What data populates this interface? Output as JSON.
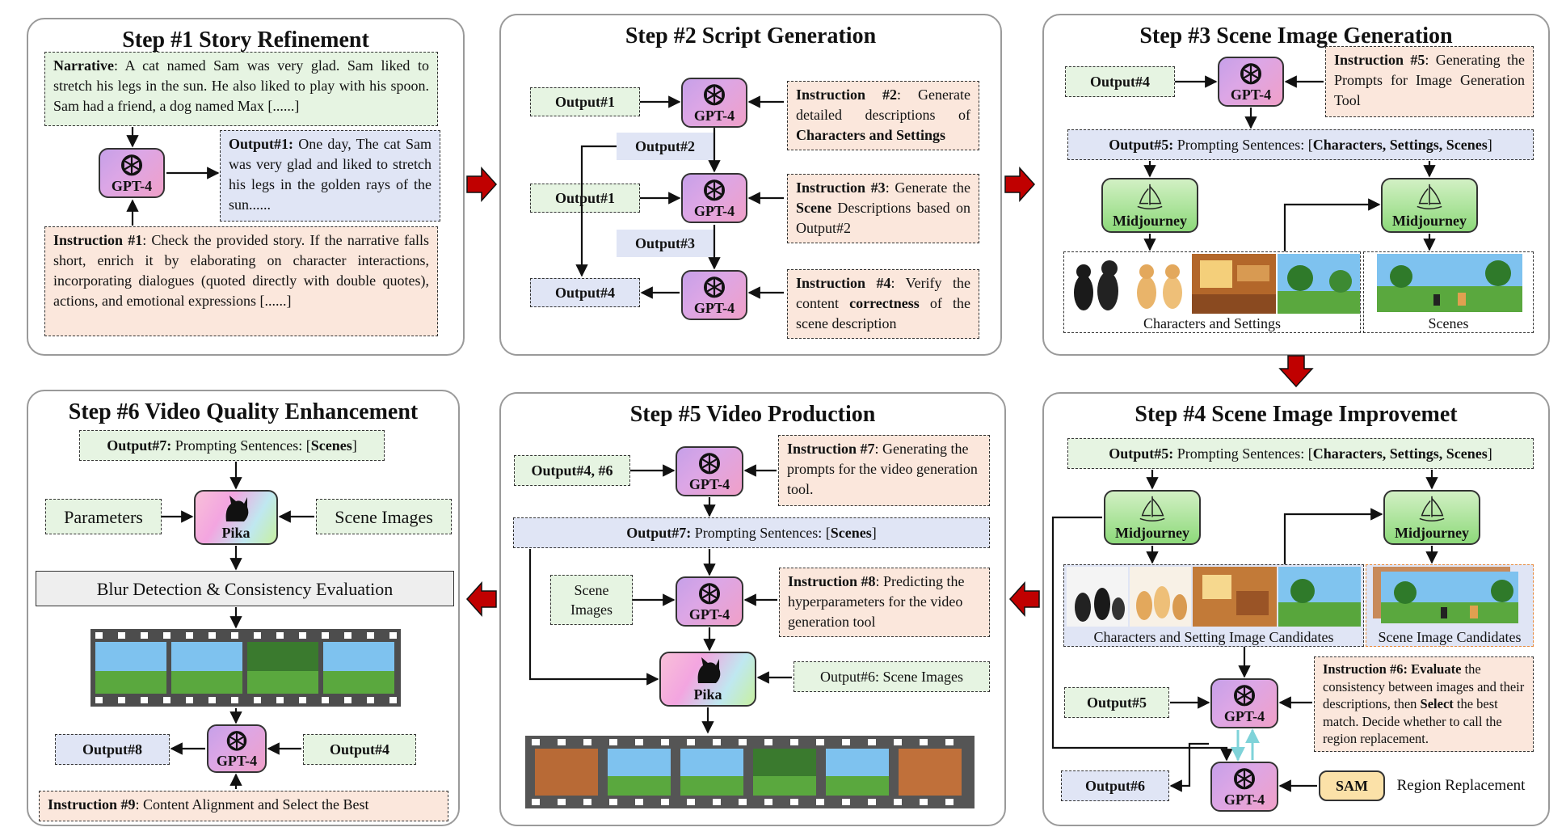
{
  "steps": {
    "s1": {
      "title": "Step #1 Story Refinement"
    },
    "s2": {
      "title": "Step #2 Script Generation"
    },
    "s3": {
      "title": "Step #3 Scene Image Generation"
    },
    "s4": {
      "title": "Step #4 Scene Image Improvemet"
    },
    "s5": {
      "title": "Step #5 Video Production"
    },
    "s6": {
      "title": "Step #6 Video Quality Enhancement"
    }
  },
  "labels": {
    "gpt4": "GPT-4",
    "midjourney": "Midjourney",
    "pika": "Pika",
    "sam": "SAM"
  },
  "s1": {
    "narrative_label": "Narrative",
    "narrative_text": ": A cat named Sam was very glad. Sam liked to stretch his legs in the sun. He also liked to play with his spoon. Sam had a friend, a dog named Max [......]",
    "output1_label": "Output#1:",
    "output1_text": " One day, The cat Sam was very glad and liked to stretch his legs in the golden rays of the sun......",
    "instr1_label": "Instruction #1",
    "instr1_text": ": Check the provided story. If the narrative falls short, enrich it by elaborating on character interactions, incorporating dialogues (quoted directly with double quotes), actions, and emotional expressions [......]"
  },
  "s2": {
    "output1a": "Output#1",
    "output1b": "Output#1",
    "output2": "Output#2",
    "output3": "Output#3",
    "output4": "Output#4",
    "instr2_label": "Instruction #2",
    "instr2_text": ": Generate detailed descriptions of ",
    "instr2_bold": "Characters and Settings",
    "instr3_label": "Instruction #3",
    "instr3_text_a": ": Generate the ",
    "instr3_bold": "Scene",
    "instr3_text_b": " Descriptions based on Output#2",
    "instr4_label": "Instruction #4",
    "instr4_text_a": ": Verify the content ",
    "instr4_bold": "correctness",
    "instr4_text_b": " of the scene description"
  },
  "s3": {
    "output4": "Output#4",
    "instr5_label": "Instruction #5",
    "instr5_text": ": Generating the Prompts for Image Generation Tool",
    "output5_label": "Output#5:",
    "output5_text": " Prompting Sentences: [",
    "output5_bold": "Characters, Settings, Scenes",
    "output5_end": "]",
    "cap_chars": "Characters and Settings",
    "cap_scenes": "Scenes"
  },
  "s4": {
    "output5_label": "Output#5:",
    "output5_text": " Prompting Sentences: [",
    "output5_bold": "Characters, Settings, Scenes",
    "output5_end": "]",
    "cap_chars": "Characters and Setting Image Candidates",
    "cap_scenes": "Scene Image Candidates",
    "output5": "Output#5",
    "output6": "Output#6",
    "instr6_label": "Instruction #6",
    "instr6_bold1": ": Evaluate",
    "instr6_text_a": " the consistency between images and their descriptions, then ",
    "instr6_bold2": "Select",
    "instr6_text_b": " the best match. Decide whether to call the region replacement.",
    "region": "Region Replacement"
  },
  "s5": {
    "output46": "Output#4, #6",
    "instr7_label": "Instruction #7",
    "instr7_text": ": Generating the prompts for the video generation tool.",
    "output7_label": "Output#7:",
    "output7_text": " Prompting Sentences: [",
    "output7_bold": "Scenes",
    "output7_end": "]",
    "scene_images": "Scene Images",
    "instr8_label": "Instruction #8",
    "instr8_text": ": Predicting the hyperparameters for the video generation tool",
    "output6": "Output#6: Scene Images"
  },
  "s6": {
    "output7_label": "Output#7:",
    "output7_text": " Prompting Sentences: [",
    "output7_bold": "Scenes",
    "output7_end": "]",
    "parameters": "Parameters",
    "scene_images": "Scene Images",
    "blur": "Blur Detection & Consistency Evaluation",
    "output8": "Output#8",
    "output4": "Output#4",
    "instr9_label": "Instruction #9",
    "instr9_text": ": Content Alignment and Select the Best"
  },
  "colors": {
    "green_box": "#e6f4e2",
    "orange_box": "#fbe7dc",
    "blue_box": "#e0e5f5",
    "flow_arrow": "#c00000"
  }
}
